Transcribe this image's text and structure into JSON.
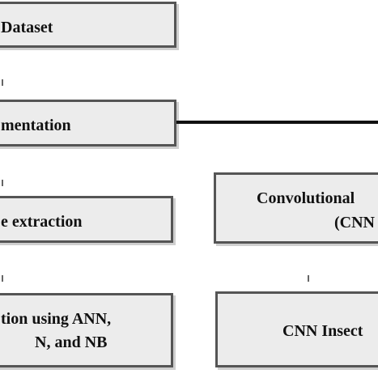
{
  "diagram": {
    "boxes": {
      "dataset": {
        "label": "Dataset"
      },
      "segmentation": {
        "label": "mentation"
      },
      "feature_extraction": {
        "label": "e extraction"
      },
      "classification": {
        "line1": "tion using ANN,",
        "line2": "N, and NB"
      },
      "cnn_model": {
        "line1": "Convolutional",
        "line2": "(CNN"
      },
      "cnn_insect": {
        "label": "CNN Insect"
      }
    }
  }
}
